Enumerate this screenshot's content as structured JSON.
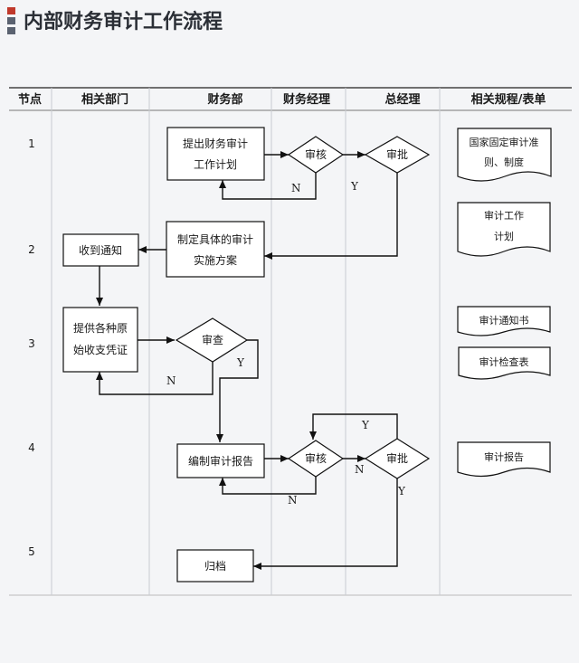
{
  "title": "内部财务审计工作流程",
  "headers": [
    "节点",
    "相关部门",
    "财务部",
    "财务经理",
    "总经理",
    "相关规程/表单"
  ],
  "rows": [
    "1",
    "2",
    "3",
    "4",
    "5"
  ],
  "boxes": {
    "plan_1": "提出财务审计",
    "plan_2": "工作计划",
    "impl_1": "制定具体的审计",
    "impl_2": "实施方案",
    "notice": "收到通知",
    "vouch_1": "提供各种原",
    "vouch_2": "始收支凭证",
    "report": "编制审计报告",
    "archive": "归档"
  },
  "decisions": {
    "review1": "审核",
    "approve1": "审批",
    "inspect": "审查",
    "review2": "审核",
    "approve2": "审批"
  },
  "flow_labels": {
    "n1": "N",
    "y1": "Y",
    "n3": "N",
    "y3": "Y",
    "y4": "Y",
    "n4a": "N",
    "n4b": "N",
    "y5": "Y"
  },
  "docs": {
    "d1_1": "国家固定审计准",
    "d1_2": "则、制度",
    "d2_1": "审计工作",
    "d2_2": "计划",
    "d3": "审计通知书",
    "d4": "审计检查表",
    "d5": "审计报告"
  }
}
